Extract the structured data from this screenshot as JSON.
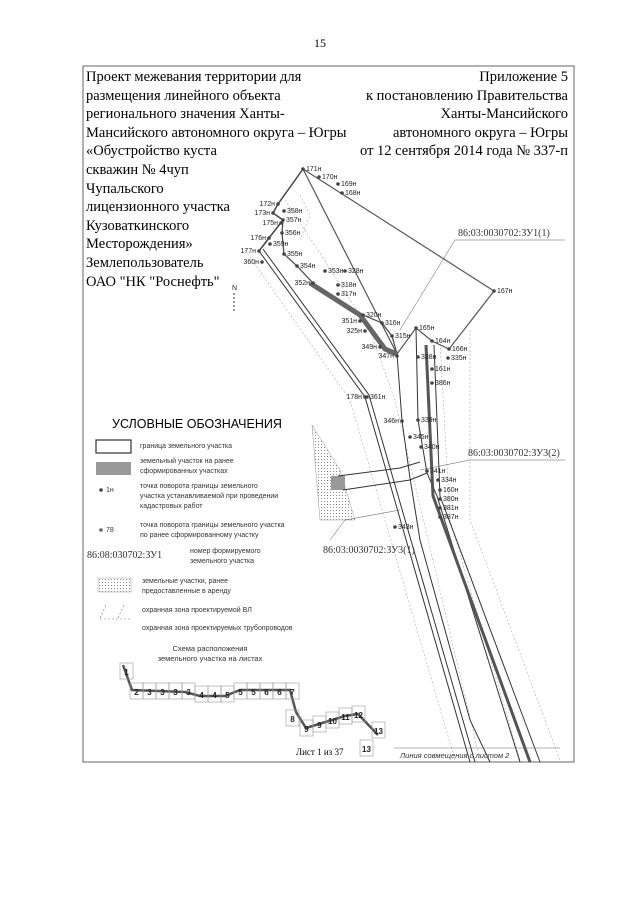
{
  "page_number": "15",
  "header_left": [
    "Проект межевания территории для",
    "размещения линейного объекта",
    "регионального значения Ханты-",
    "Мансийского автономного округа – Югры",
    "«Обустройство куста",
    "скважин № 4чуп",
    "Чупальского",
    "лицензионного участка",
    "Кузоваткинского",
    "Месторождения»",
    "Землепользователь",
    "ОАО \"НК \"Роснефть\""
  ],
  "header_right": [
    "Приложение 5",
    "к постановлению Правительства",
    "Ханты-Мансийского",
    "автономного округа – Югры",
    "от 12 сентября 2014 года № 337-п"
  ],
  "map": {
    "points": [
      "171н",
      "170н",
      "169н",
      "168н",
      "172н",
      "173н",
      "358н",
      "357н",
      "175н",
      "356н",
      "176н",
      "177н",
      "359н",
      "360н",
      "355н",
      "354н",
      "353н",
      "328н",
      "318н",
      "317н",
      "352н",
      "320н",
      "351н",
      "316н",
      "325н",
      "315н",
      "349н",
      "347н",
      "165н",
      "164н",
      "166н",
      "167н",
      "335н",
      "338н",
      "161н",
      "386н",
      "178н",
      "361н",
      "346н",
      "339н",
      "345н",
      "340н",
      "341н",
      "334н",
      "160н",
      "380н",
      "381н",
      "387н",
      "343н"
    ],
    "cadastral": [
      "86:03:0030702:ЗУ1(1)",
      "86:03:0030702:ЗУ3(2)",
      "86:03:0030702:ЗУ3(1)"
    ],
    "north": "N"
  },
  "legend": {
    "title": "УСЛОВНЫЕ ОБОЗНАЧЕНИЯ",
    "items": [
      [
        "граница земельного участка"
      ],
      [
        "земельный участок на ранее",
        "сформированных участках"
      ],
      [
        "точка поворота границы земельного",
        "участка устанавливаемой при проведении",
        "кадастровых работ"
      ],
      [
        "точка поворота границы земельного участка",
        "по ранее сформированному участку"
      ],
      [
        "номер формируемого",
        "земельного участка"
      ],
      [
        "земельные участки, ранее",
        "предоставленные в аренду"
      ],
      [
        "охранная зона проектируемой ВЛ"
      ],
      [
        "охранная зона проектируемых трубопроводов"
      ]
    ],
    "point_new": "1н",
    "point_old": "78",
    "cad_example": "86:08:030702:ЗУ1"
  },
  "scheme": {
    "title": [
      "Схема расположения",
      "земельного участка на листах"
    ],
    "sheets": [
      "1",
      "2",
      "3",
      "3",
      "3",
      "3",
      "4",
      "4",
      "5",
      "5",
      "5",
      "6",
      "6",
      "7",
      "8",
      "9",
      "9",
      "10",
      "11",
      "12",
      "13",
      "13"
    ]
  },
  "footer": {
    "sheet": "Лист 1 из 37",
    "match_line": "Линия совмещения с листом 2"
  }
}
